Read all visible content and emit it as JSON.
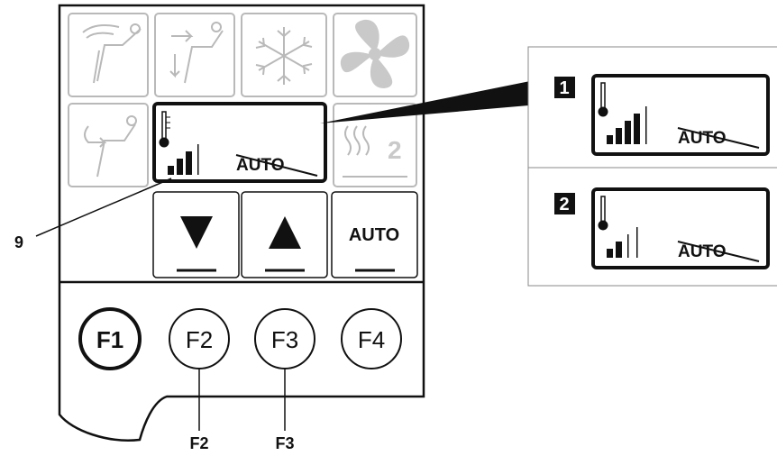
{
  "panel": {
    "inactive_tile_digit": "2",
    "auto_button_label": "AUTO",
    "display_auto_text": "AUTO"
  },
  "function_keys": [
    "F1",
    "F2",
    "F3",
    "F4"
  ],
  "callouts": {
    "display_callout": "9",
    "f2_callout": "F2",
    "f3_callout": "F3"
  },
  "detail_views": [
    {
      "number": "1",
      "auto_text": "AUTO",
      "filled_bars": 4,
      "total_bars": 5
    },
    {
      "number": "2",
      "auto_text": "AUTO",
      "filled_bars": 2,
      "total_bars": 4
    }
  ],
  "main_display": {
    "auto_text": "AUTO",
    "filled_bars": 3,
    "total_bars": 4
  },
  "colors": {
    "ink": "#111111",
    "inactive_icon": "#c9c9c9",
    "inactive_outline": "#b9b9b9"
  }
}
